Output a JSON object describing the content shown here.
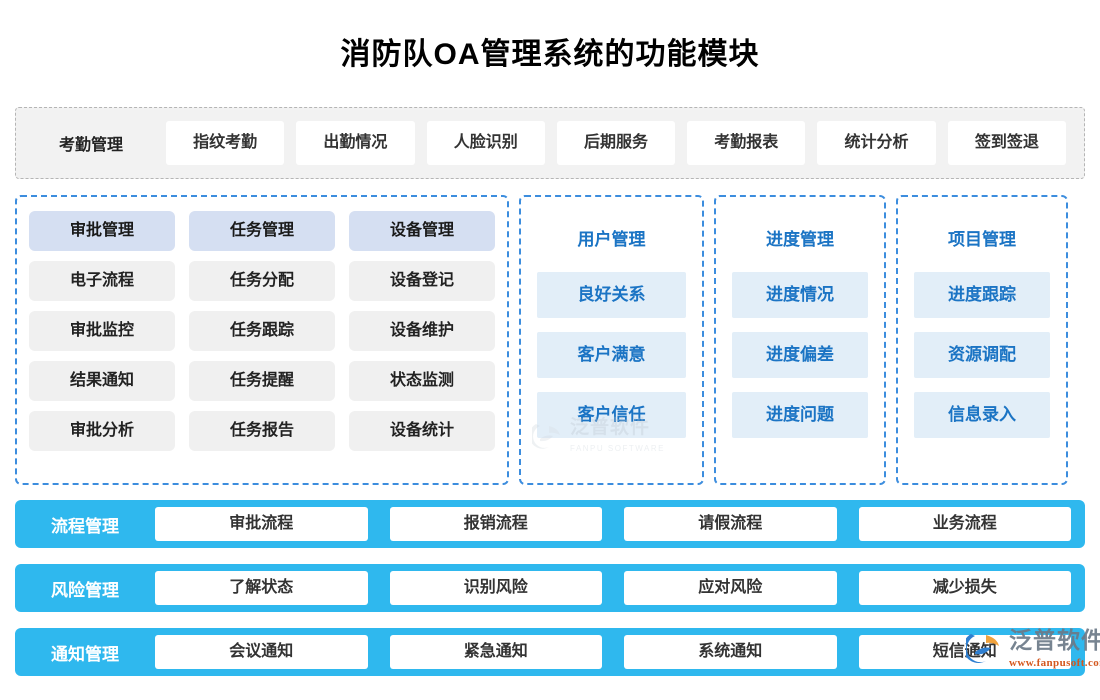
{
  "title": "消防队OA管理系统的功能模块",
  "colors": {
    "accent_blue": "#2fb8ee",
    "panel_border_blue": "#3c8dde",
    "header_card_lavender": "#d5dff2",
    "sub_card_gray": "#f0f0f0",
    "blue_card_bg": "#e2eef8",
    "blue_text": "#1b74c4",
    "strip_bg": "#f2f2f2",
    "strip_border": "#b5b5b5"
  },
  "attendance_row": {
    "head": "考勤管理",
    "items": [
      "指纹考勤",
      "出勤情况",
      "人脸识别",
      "后期服务",
      "考勤报表",
      "统计分析",
      "签到签退"
    ]
  },
  "panel_a": {
    "columns": [
      {
        "head": "审批管理",
        "items": [
          "电子流程",
          "审批监控",
          "结果通知",
          "审批分析"
        ]
      },
      {
        "head": "任务管理",
        "items": [
          "任务分配",
          "任务跟踪",
          "任务提醒",
          "任务报告"
        ]
      },
      {
        "head": "设备管理",
        "items": [
          "设备登记",
          "设备维护",
          "状态监测",
          "设备统计"
        ]
      }
    ]
  },
  "panel_b": {
    "head": "用户管理",
    "items": [
      "良好关系",
      "客户满意",
      "客户信任"
    ]
  },
  "panel_c": {
    "head": "进度管理",
    "items": [
      "进度情况",
      "进度偏差",
      "进度问题"
    ]
  },
  "panel_d": {
    "head": "项目管理",
    "items": [
      "进度跟踪",
      "资源调配",
      "信息录入"
    ]
  },
  "blue_bars": [
    {
      "head": "流程管理",
      "items": [
        "审批流程",
        "报销流程",
        "请假流程",
        "业务流程"
      ]
    },
    {
      "head": "风险管理",
      "items": [
        "了解状态",
        "识别风险",
        "应对风险",
        "减少损失"
      ]
    },
    {
      "head": "通知管理",
      "items": [
        "会议通知",
        "紧急通知",
        "系统通知",
        "短信通知"
      ]
    }
  ],
  "watermark_center": {
    "name": "泛普软件",
    "sub": "FANPU SOFTWARE"
  },
  "logo_bottom_right": {
    "name": "泛普软件",
    "url": "www.fanpusoft.com"
  }
}
